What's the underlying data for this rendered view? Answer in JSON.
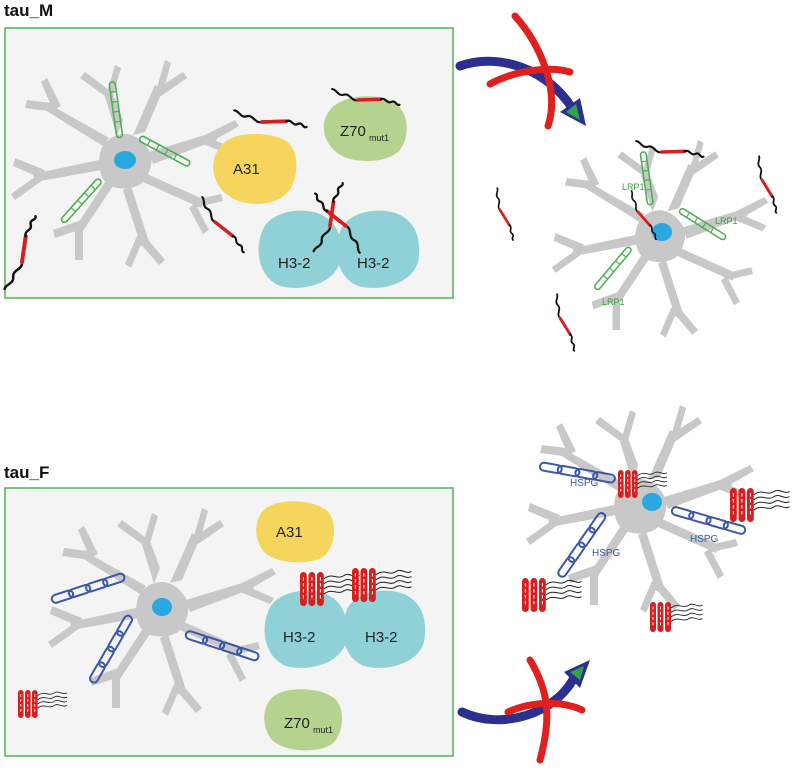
{
  "panels": {
    "top": {
      "title": "tau_M"
    },
    "bottom": {
      "title": "tau_F"
    }
  },
  "proteins": {
    "a31": "A31",
    "z70_main": "Z70",
    "z70_sub": "mut1",
    "h3_2": "H3-2"
  },
  "receptors": {
    "lrp1": "LRP1",
    "hspg": "HSPG"
  },
  "colors": {
    "box_border": "#5cb85c",
    "box_fill": "#f4f4f4",
    "neuron": "#c8c8c8",
    "nucleus": "#29a8e0",
    "tau_red": "#d42020",
    "lrp1_green": "#4caf50",
    "hspg_blue": "#3a57a8",
    "a31_yellow": "#f5d55c",
    "z70_green": "#b5d38e",
    "h3_cyan": "#8fd1d6",
    "arrow_blue": "#2b2f8f",
    "arrow_head_green": "#2ea64a",
    "block_red": "#e0201e"
  }
}
